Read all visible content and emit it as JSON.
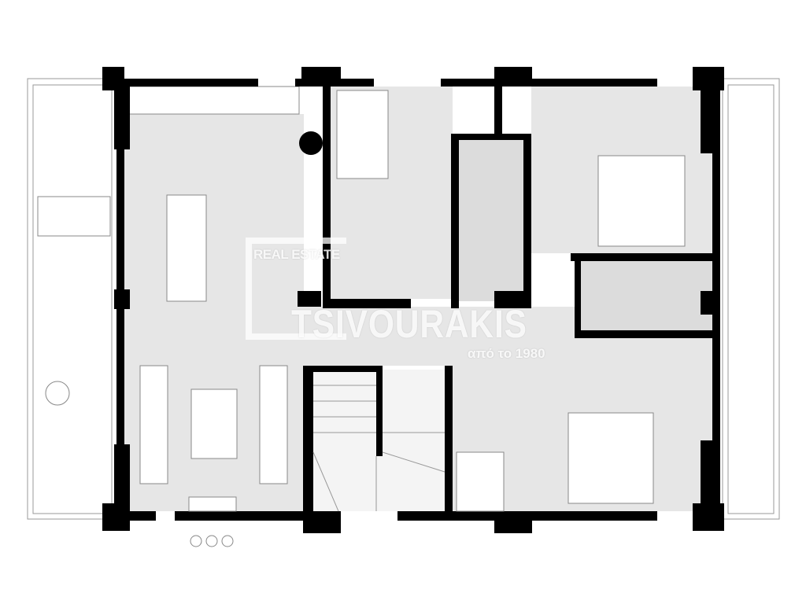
{
  "watermark": {
    "line1": "REAL ESTATE",
    "brand": "TSIVOURAKIS",
    "since": "από το 1980"
  },
  "colors": {
    "wall": "#000000",
    "floor": "#e6e6e6",
    "terrace": "#ffffff",
    "line": "#888888"
  }
}
